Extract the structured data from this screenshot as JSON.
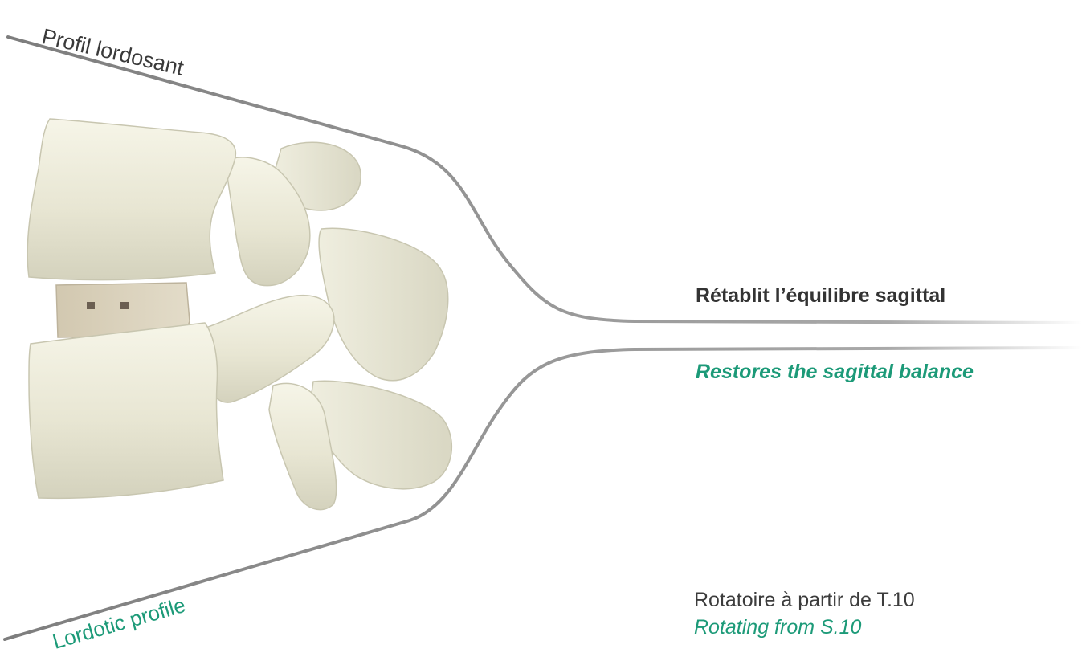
{
  "labels": {
    "top_fr": "Profil lordosant",
    "bottom_en": "Lordotic profile"
  },
  "callouts": {
    "balance_fr": "Rétablit l’équilibre sagittal",
    "balance_en": "Restores the sagittal balance",
    "rotation_fr": "Rotatoire à partir de T.10",
    "rotation_en": "Rotating from S.10"
  },
  "colors": {
    "accent_green": "#1c9a78",
    "text_dark": "#333333",
    "line_gray": "#7d7d7d",
    "bone": "#ecebd9",
    "implant": "#d6cdb7"
  }
}
